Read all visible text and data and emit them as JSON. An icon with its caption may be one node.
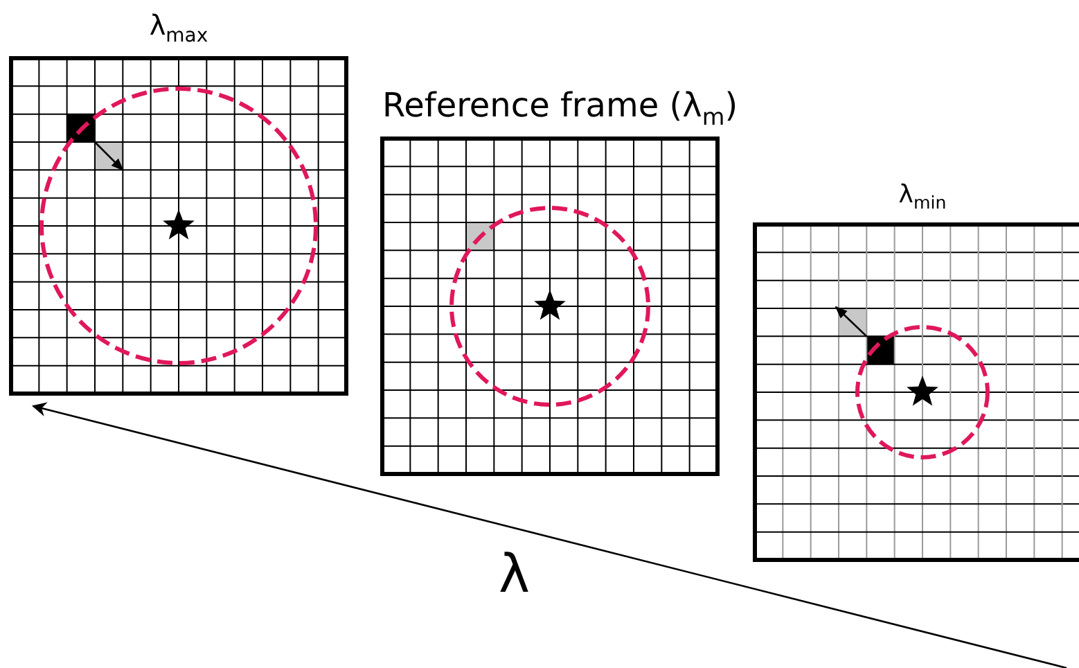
{
  "diagram": {
    "nodes": [
      {
        "text": [
          "λ$_{max}$"
        ]
      },
      {
        "text": [
          "Reference frame (λ$_{m}$)"
        ]
      },
      {
        "text": [
          "λ$_{min}$"
        ]
      }
    ],
    "labels": [
      "λ"
    ]
  }
}
